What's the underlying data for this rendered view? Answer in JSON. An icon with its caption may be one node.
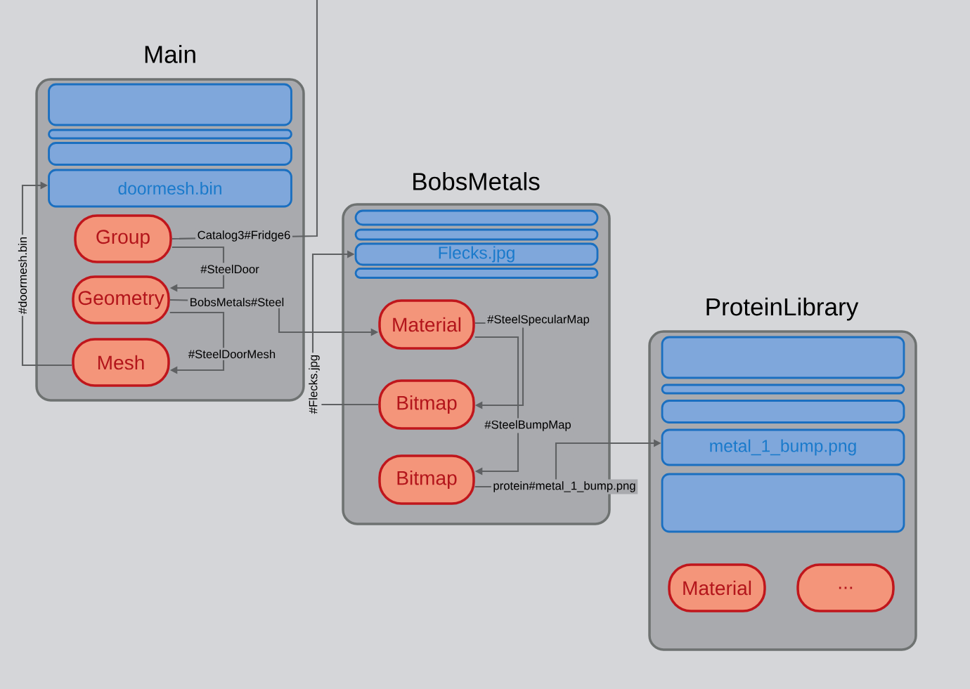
{
  "diagram": {
    "nodes": [
      {
        "text": [
          "Main"
        ]
      },
      {
        "text": [],
        "shape": "box",
        "in": 0
      },
      {
        "text": [],
        "shape": "box",
        "in": 0
      },
      {
        "text": [],
        "shape": "box",
        "in": 0
      },
      {
        "text": [
          "doormesh.bin"
        ],
        "in": 0
      },
      {
        "text": [
          "Group"
        ],
        "in": 0
      },
      {
        "text": [
          "Geometry"
        ],
        "in": 0
      },
      {
        "text": [
          "Mesh"
        ],
        "in": 0
      },
      {
        "text": [
          "BobsMetals"
        ]
      },
      {
        "text": [],
        "shape": "box",
        "in": 8
      },
      {
        "text": [],
        "shape": "box",
        "in": 8
      },
      {
        "text": [
          "Flecks.jpg"
        ],
        "in": 8
      },
      {
        "text": [],
        "shape": "box",
        "in": 8
      },
      {
        "text": [
          "Material"
        ],
        "in": 8
      },
      {
        "text": [
          "Bitmap"
        ],
        "in": 8
      },
      {
        "text": [
          "Bitmap"
        ],
        "in": 8
      },
      {
        "text": [
          "ProteinLibrary"
        ]
      },
      {
        "text": [],
        "shape": "box",
        "in": 16
      },
      {
        "text": [],
        "shape": "box",
        "in": 16
      },
      {
        "text": [],
        "shape": "box",
        "in": 16
      },
      {
        "text": [
          "metal_1_bump.png"
        ],
        "in": 16
      },
      {
        "text": [],
        "shape": "box",
        "in": 16
      },
      {
        "text": [
          "Material"
        ],
        "in": 16
      },
      {
        "text": [
          "..."
        ],
        "in": 16
      }
    ],
    "edges": [
      {
        "from": 5,
        "to": null,
        "arrow": "none",
        "label": "Catalog3#Fridge6"
      },
      {
        "from": 5,
        "to": 6,
        "arrow": "to",
        "label": "#SteelDoor"
      },
      {
        "from": 6,
        "to": 13,
        "arrow": "to",
        "label": "BobsMetals#Steel"
      },
      {
        "from": 6,
        "to": 7,
        "arrow": "to",
        "label": "#SteelDoorMesh"
      },
      {
        "from": 7,
        "to": 4,
        "arrow": "to",
        "label": "#doormesh.bin"
      },
      {
        "from": 14,
        "to": 11,
        "arrow": "to",
        "label": "#Flecks.jpg"
      },
      {
        "from": 13,
        "to": 14,
        "arrow": "to",
        "label": "#SteelSpecularMap"
      },
      {
        "from": 13,
        "to": 15,
        "arrow": "to",
        "label": "#SteelBumpMap"
      },
      {
        "from": 15,
        "to": 20,
        "arrow": "to",
        "label": "protein#metal_1_bump.png"
      }
    ]
  }
}
